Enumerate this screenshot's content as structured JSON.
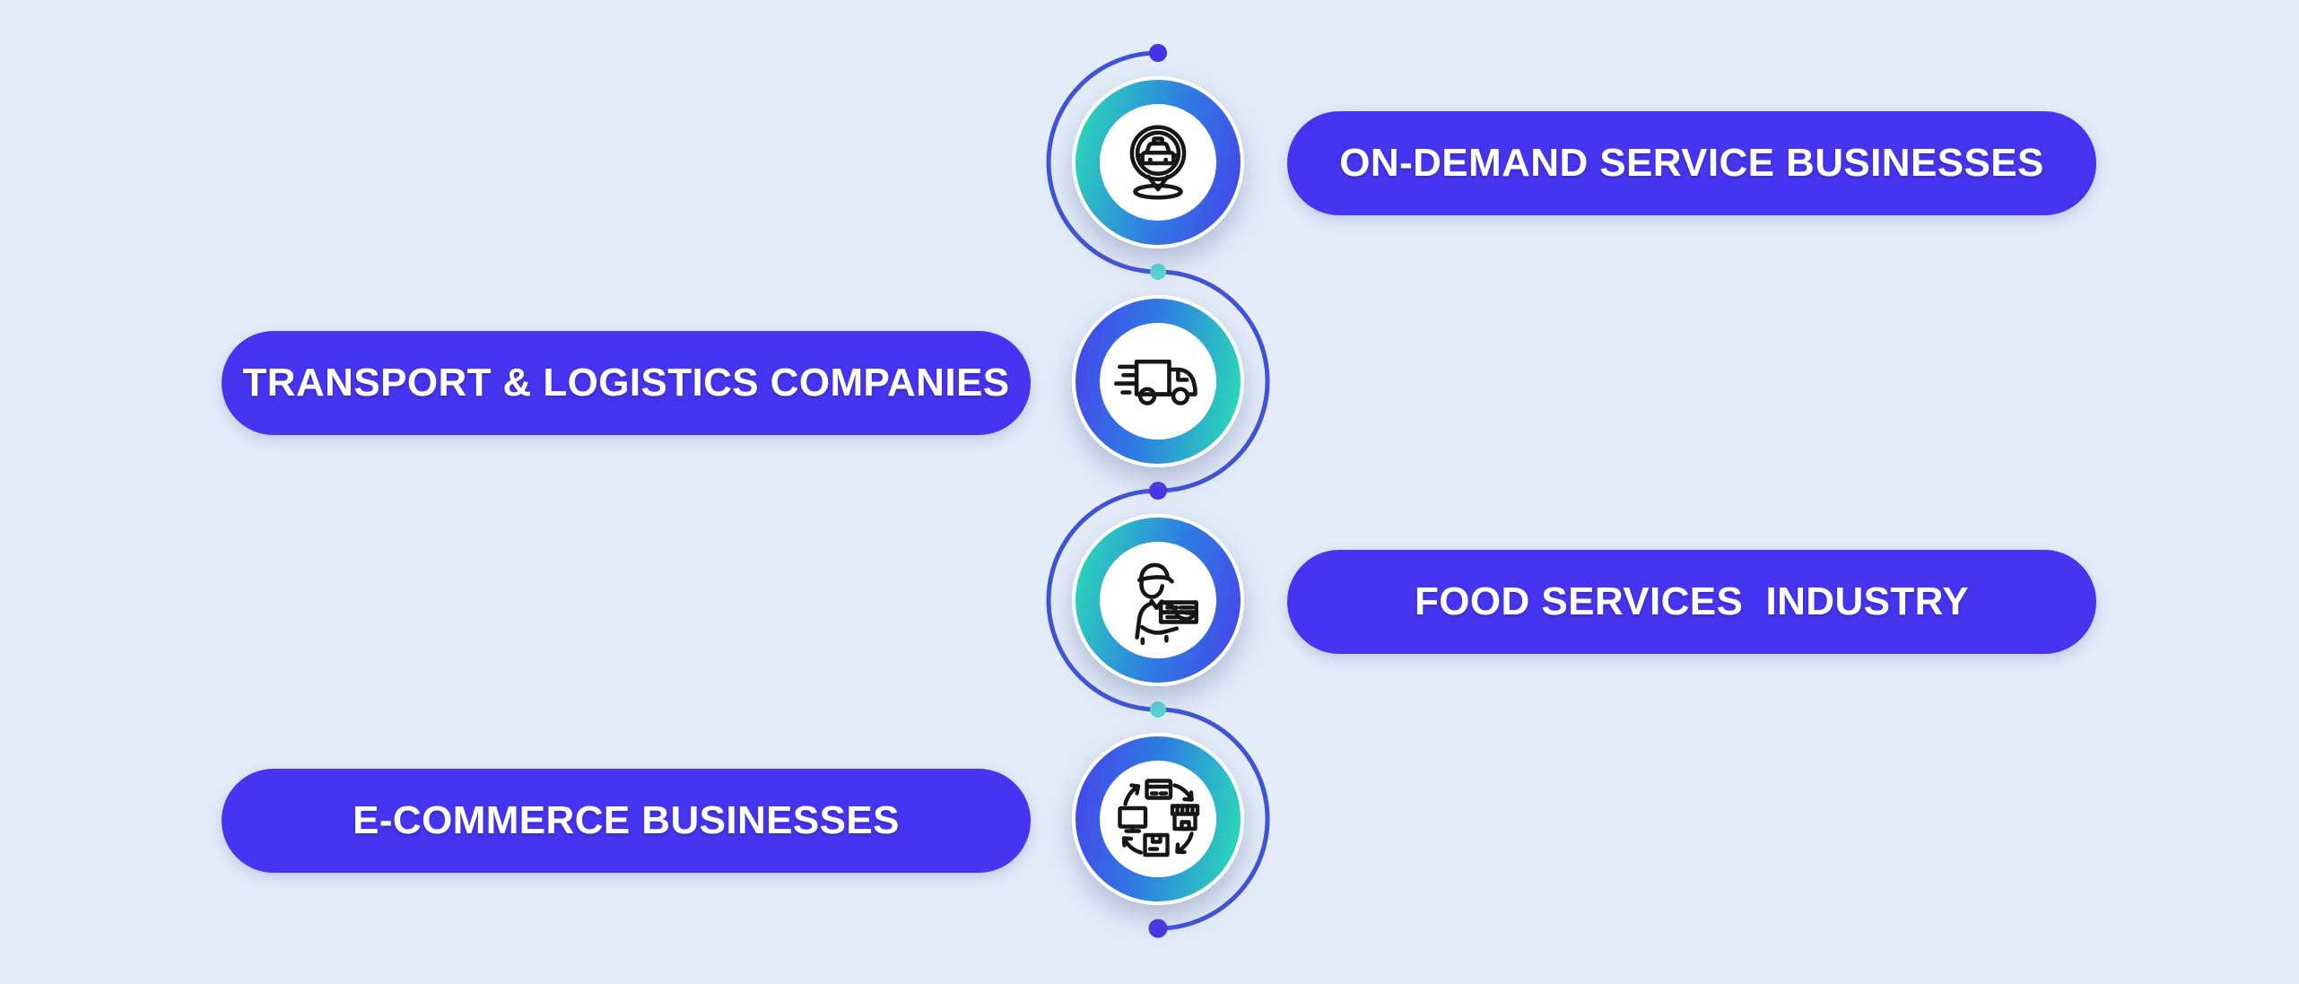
{
  "items": [
    {
      "label": "ON-DEMAND SERVICE BUSINESSES",
      "side": "right",
      "icon": "taxi-location-pin-icon"
    },
    {
      "label": "TRANSPORT & LOGISTICS COMPANIES",
      "side": "left",
      "icon": "delivery-truck-icon"
    },
    {
      "label": "FOOD SERVICES  INDUSTRY",
      "side": "right",
      "icon": "delivery-person-icon"
    },
    {
      "label": "E-COMMERCE BUSINESSES",
      "side": "left",
      "icon": "ecommerce-cycle-icon"
    }
  ],
  "timeline": {
    "dots": [
      "indigo",
      "teal",
      "indigo",
      "teal",
      "indigo"
    ]
  },
  "colors": {
    "background": "#e4ecfa",
    "pill_bg": "#4635f0",
    "pill_text": "#ffffff",
    "line": "#3e53d8",
    "dot_indigo": "#4633e8",
    "dot_teal": "#57d8d2",
    "ring_teal": "#2ae2b4",
    "ring_blue": "#2e7ce2",
    "ring_indigo": "#4741ea",
    "circle_bg": "#ffffff",
    "icon_stroke": "#161616"
  }
}
